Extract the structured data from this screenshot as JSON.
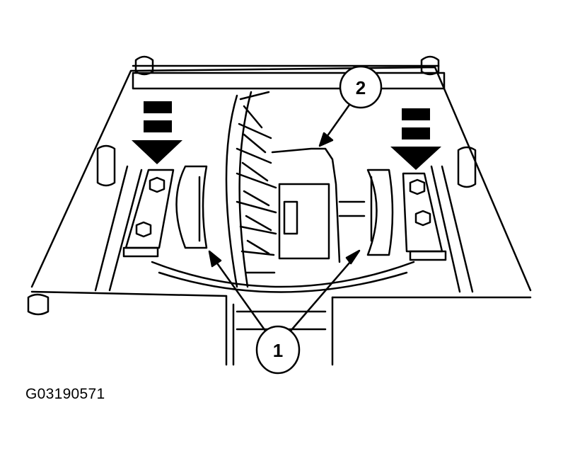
{
  "figure": {
    "id_label": "G03190571",
    "subject": "differential assembly in carrier housing",
    "colors": {
      "line": "#000000",
      "background": "#ffffff"
    }
  },
  "callouts": [
    {
      "number": "1",
      "label_text": "1",
      "target": "side bearing caps / bearing cups (left and right)"
    },
    {
      "number": "2",
      "label_text": "2",
      "target": "differential case"
    }
  ],
  "arrows": [
    {
      "name": "press-arrow-left",
      "direction": "down"
    },
    {
      "name": "press-arrow-right",
      "direction": "down"
    }
  ]
}
